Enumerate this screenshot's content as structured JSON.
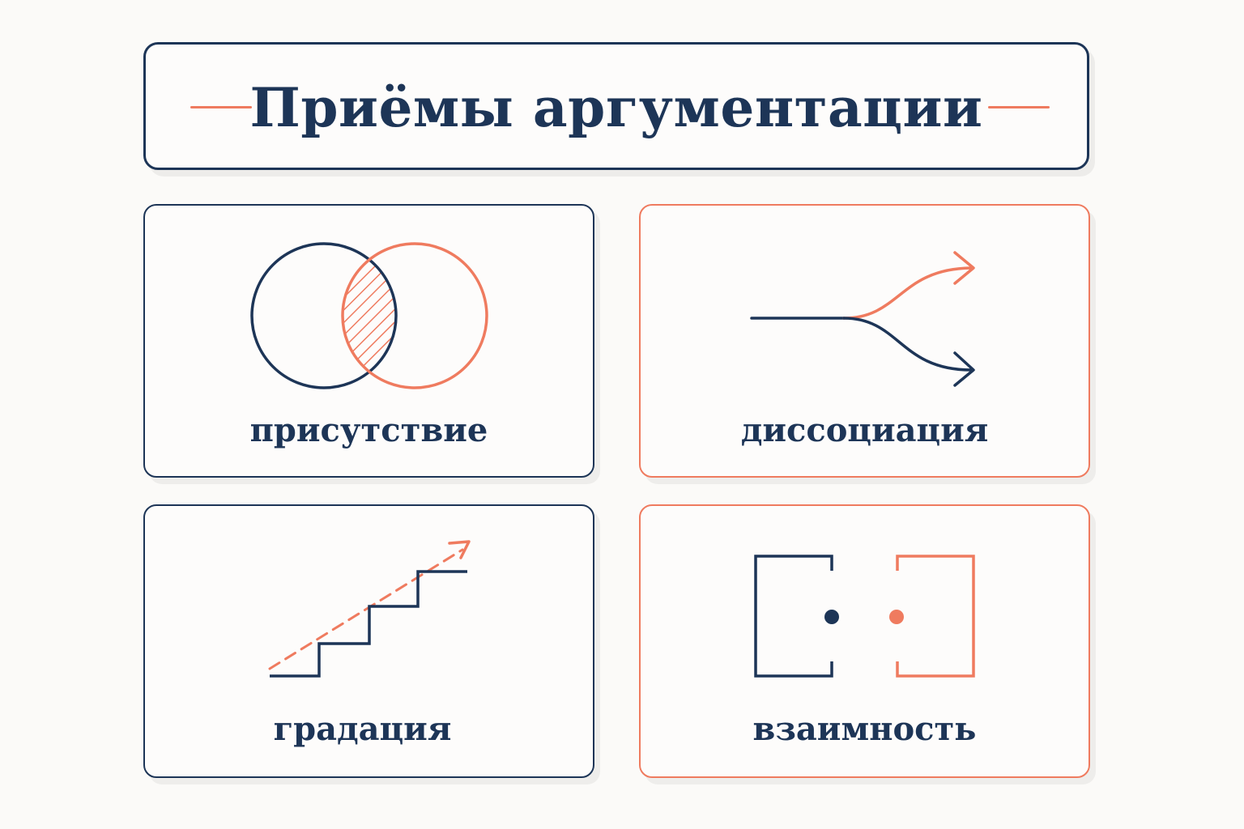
{
  "title": "Приёмы аргументации",
  "cards": [
    {
      "label": "присутствие",
      "icon": "venn-diagram-icon"
    },
    {
      "label": "диссоциация",
      "icon": "split-arrow-icon"
    },
    {
      "label": "градация",
      "icon": "stairs-arrow-icon"
    },
    {
      "label": "взаимность",
      "icon": "mirrored-brackets-icon"
    }
  ],
  "colors": {
    "navy": "#1d3557",
    "coral": "#ef7b5f",
    "background": "#fbfaf8"
  }
}
